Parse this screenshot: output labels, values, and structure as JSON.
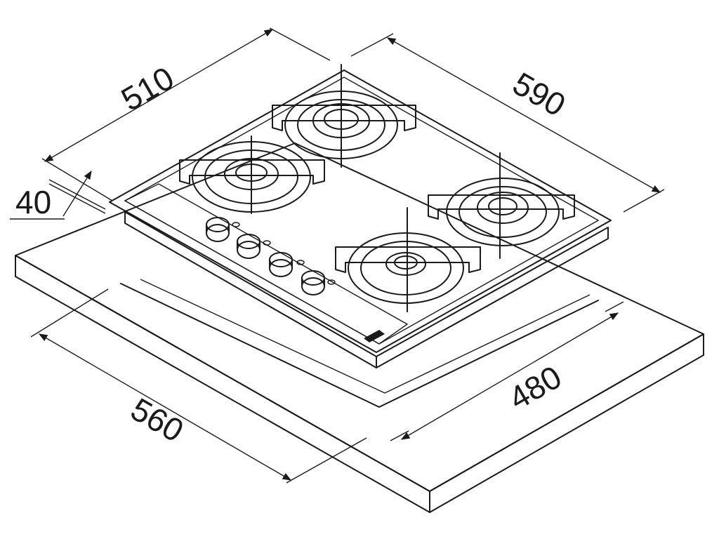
{
  "dimensions": {
    "glass_depth": "510",
    "glass_width": "590",
    "glass_thickness": "40",
    "cutout_width": "560",
    "cutout_depth": "480"
  },
  "colors": {
    "line": "#1a1a1a",
    "background": "#ffffff"
  }
}
